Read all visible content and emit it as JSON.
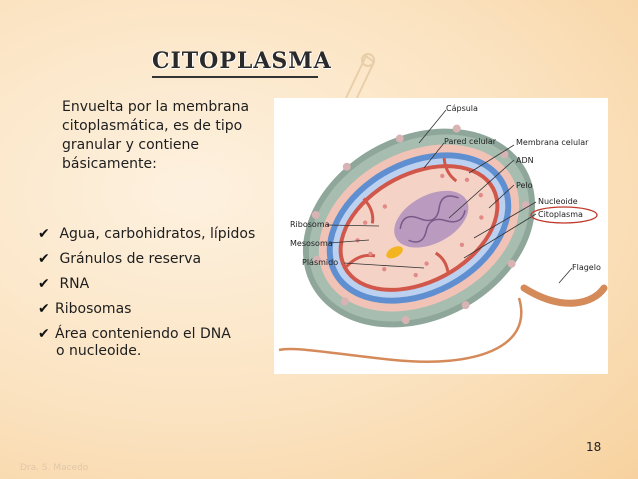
{
  "slide": {
    "title": "CITOPLASMA",
    "intro": "Envuelta por la membrana citoplasmática, es de tipo granular y contiene básicamente:",
    "bullets": [
      "Agua, carbohidratos, lípidos",
      "Gránulos de reserva",
      "RNA",
      "Ribosomas",
      "Área conteniendo el DNA"
    ],
    "continuation": "o nucleoide.",
    "page_number": "18",
    "author": "Dra. S. Macedo",
    "check_icon": "check-mark-icon"
  },
  "diagram": {
    "labels": {
      "capsula": "Cápsula",
      "pared": "Pared celular",
      "membrana": "Membrana celular",
      "adn": "ADN",
      "pelo": "Pelo",
      "nucleoide": "Nucleoide",
      "citoplasma": "Citoplasma",
      "ribosoma": "Ribosoma",
      "mesosoma": "Mesosoma",
      "plasmido": "Plásmido",
      "flagelo": "Flagelo"
    },
    "colors": {
      "capsule": "#8fa79a",
      "membrane_blue": "#5f8fd0",
      "membrane_red": "#d0574a",
      "cytoplasm": "#f4d2c6",
      "nucleoid": "#b493bd",
      "plasmid": "#f3b51f",
      "flagellum": "#d58a5a",
      "highlight": "#c0392b"
    }
  }
}
